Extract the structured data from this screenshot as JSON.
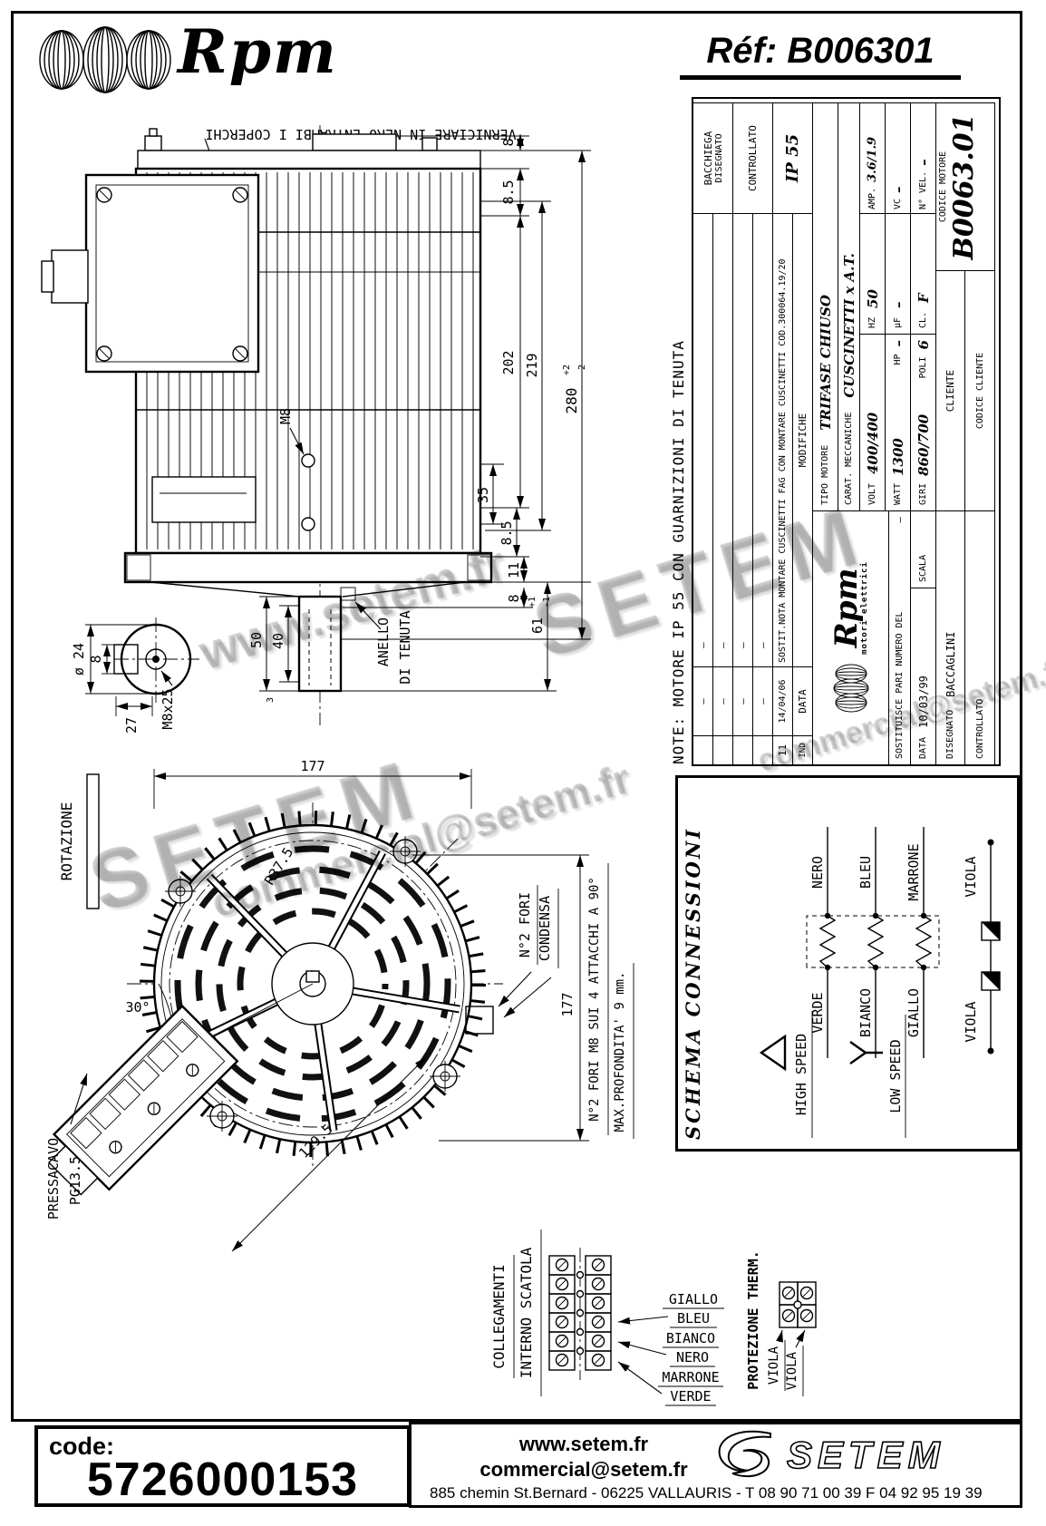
{
  "header": {
    "brand": "Rpm",
    "ref_label": "Réf:",
    "ref_value": "B006301",
    "ref_full": "Réf:  B006301"
  },
  "watermarks": {
    "w1": "www.setem.fr",
    "w2": "SETEM",
    "w3": "SETEM",
    "w4": "commercial@setem.fr",
    "w5": "commercial@setem.fr"
  },
  "side_view": {
    "paint_note": "VERNICIARE IN NERO ENTRAMBI I COPERCHI",
    "seal_label_1": "ANELLO",
    "seal_label_2": "DI TENUTA",
    "dim_top_8": "8",
    "dim_85_a": "8.5",
    "dim_202": "202",
    "dim_219": "219",
    "dim_280": "280",
    "dim_280_tol_plus": "+2",
    "dim_280_tol_minus": "-2",
    "dim_m8": "M8",
    "dim_35": "35",
    "dim_85_b": "8.5",
    "dim_11": "11",
    "dim_8_b": "8",
    "dim_61": "61",
    "dim_61_tol_plus": "+1",
    "dim_61_tol_minus": "-1",
    "dim_dia24": "ø 24",
    "dim_key8": "8",
    "dim_27": "27",
    "dim_m8x25": "M8x25",
    "dim_50": "50",
    "dim_40": "40",
    "dim_3": "3"
  },
  "front_view": {
    "rotation_label": "ROTAZIONE",
    "angle_30": "30°",
    "radius_label": "R37.5",
    "dim_177_top": "177",
    "dim_177_right": "177",
    "dim_1295": "129.5",
    "condensa_1": "N°2 FORI",
    "condensa_2": "CONDENSA",
    "pressacavo_1": "PRESSACAVO",
    "pressacavo_2": "PG13.5",
    "fori_m8_note": "N°2 FORI M8 SUI 4 ATTACCHI A 90°",
    "profondita_note": "MAX.PROFONDITA'  9 mm."
  },
  "collegamenti": {
    "title_1": "COLLEGAMENTI",
    "title_2": "INTERNO SCATOLA",
    "pair1_top": "GIALLO",
    "pair1_bottom": "BLEU",
    "pair2_top": "BIANCO",
    "pair2_bottom": "NERO",
    "pair3_top": "MARRONE",
    "pair3_bottom": "VERDE",
    "protezione": "PROTEZIONE THERM.",
    "viola_a": "VIOLA",
    "viola_b": "VIOLA"
  },
  "schema": {
    "title": "SCHEMA CONNESSIONI",
    "high_speed": "HIGH SPEED",
    "low_speed": "LOW SPEED",
    "left_labels": [
      "VERDE",
      "BIANCO",
      "GIALLO"
    ],
    "right_labels": [
      "NERO",
      "BLEU",
      "MARRONE"
    ],
    "viola_left": "VIOLA",
    "viola_right": "VIOLA"
  },
  "title_block": {
    "note": "NOTE: MOTORE IP 55 CON GUARNIZIONI DI TENUTA",
    "rev": {
      "dash": "–",
      "row11_ind": "11",
      "row11_date": "14/04/06",
      "row11_desc": "SOSTIT.NOTA MONTARE CUSCINETTI FAG CON MONTARE CUSCINETTI COD.300064.19/20",
      "h_ind": "IND",
      "h_date": "DATA",
      "h_mod": "MODIFICHE",
      "disegnato_label": "DISEGNATO",
      "disegnato_value": "BACCHIEGA",
      "controllato_label": "CONTROLLATO",
      "ip": "IP 55"
    },
    "specs": {
      "tipo_label": "TIPO MOTORE",
      "tipo_value": "TRIFASE CHIUSO",
      "carat_label": "CARAT. MECCANICHE",
      "carat_value": "CUSCINETTI x A.T.",
      "volt_label": "VOLT",
      "volt_value": "400/400",
      "hz_label": "HZ",
      "hz_value": "50",
      "amp_label": "AMP.",
      "amp_value": "3.6/1.9",
      "watt_label": "WATT",
      "watt_value": "1300",
      "hp_label": "HP",
      "hp_value": "–",
      "uf_label": "µF",
      "uf_value": "–",
      "vc_label": "VC",
      "vc_value": "–",
      "giri_label": "GIRI",
      "giri_value": "860/700",
      "poli_label": "POLI",
      "poli_value": "6",
      "cl_label": "CL.",
      "cl_value": "F",
      "nvel_label": "N° VEL.",
      "nvel_value": "–"
    },
    "logo_text": "Rpm",
    "logo_sub": "motori elettrici",
    "sostituisce_label": "SOSTITUISCE PARI NUMERO DEL",
    "sostituisce_value": "–",
    "data_label": "DATA",
    "data_value": "10/03/99",
    "scala_label": "SCALA",
    "disegnato_label": "DISEGNATO",
    "disegnato_value": "BACCAGLINI",
    "controllato_label": "CONTROLLATO",
    "cliente_label": "CLIENTE",
    "codice_cliente_label": "CODICE CLIENTE",
    "codice_motore_label": "CODICE MOTORE",
    "codice_motore_value": "B0063.01"
  },
  "footer": {
    "code_label": "code:",
    "code_value": "5726000153",
    "website": "www.setem.fr",
    "email": "commercial@setem.fr",
    "brand": "SETEM",
    "address": "885 chemin St.Bernard  -  06225 VALLAURIS  -  T 08 90 71 00 39   F 04 92 95 19 39"
  }
}
